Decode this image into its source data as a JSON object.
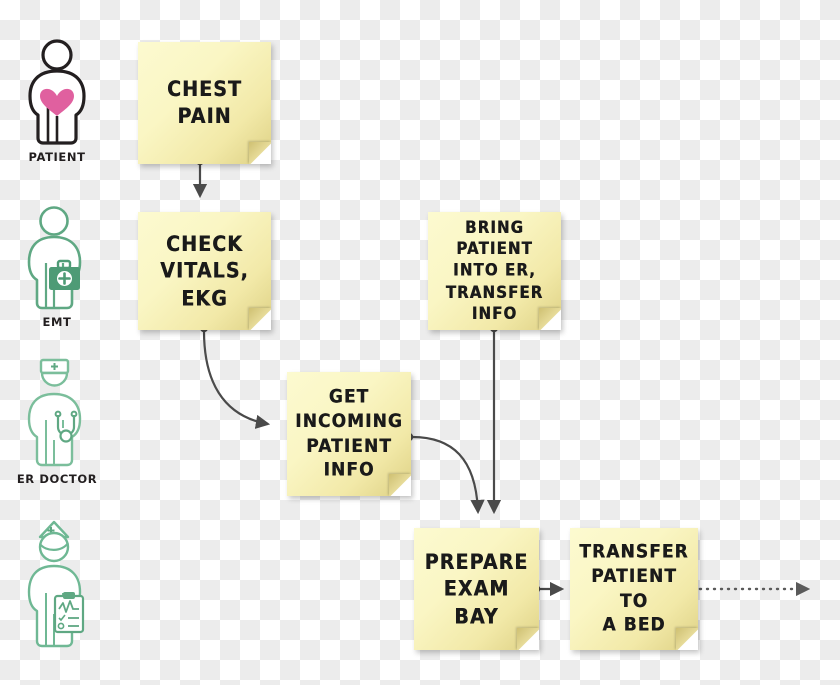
{
  "diagram": {
    "title": "Emergency Room Patient Flow Swimlane",
    "background": "transparency-checkerboard",
    "note_color": "#FAF6C4",
    "note_shadow_color": "#DDD083",
    "connector_color": "#4A4A4A"
  },
  "roles": [
    {
      "id": "patient",
      "label": "PATIENT",
      "icon": "patient-figure-heart-icon",
      "color": "#231F20",
      "accent": "#E0609F"
    },
    {
      "id": "emt",
      "label": "EMT",
      "icon": "emt-figure-medical-bag-icon",
      "color": "#5FA883",
      "accent": "#4E9B76"
    },
    {
      "id": "er-doctor",
      "label": "ER DOCTOR",
      "icon": "doctor-figure-stethoscope-icon",
      "color": "#7BBE9B",
      "accent": "#5FA883"
    },
    {
      "id": "nurse",
      "label": "",
      "icon": "nurse-figure-clipboard-icon",
      "color": "#6FB894",
      "accent": "#5FA883"
    }
  ],
  "notes": [
    {
      "id": "chest-pain",
      "lines": [
        "CHEST",
        "PAIN"
      ],
      "lane": "patient"
    },
    {
      "id": "check-vitals",
      "lines": [
        "CHECK",
        "VITALS,",
        "EKG"
      ],
      "lane": "emt"
    },
    {
      "id": "bring-patient",
      "lines": [
        "BRING PATIENT",
        "INTO ER,",
        "TRANSFER INFO"
      ],
      "lane": "emt"
    },
    {
      "id": "get-incoming",
      "lines": [
        "GET",
        "INCOMING",
        "PATIENT",
        "INFO"
      ],
      "lane": "er-doctor"
    },
    {
      "id": "prepare-exam",
      "lines": [
        "PREPARE",
        "EXAM",
        "BAY"
      ],
      "lane": "nurse"
    },
    {
      "id": "transfer-bed",
      "lines": [
        "TRANSFER",
        "PATIENT TO",
        "A BED"
      ],
      "lane": "nurse"
    }
  ],
  "connectors": [
    {
      "id": "chest-to-vitals",
      "from": "chest-pain",
      "to": "check-vitals",
      "style": "solid-vertical"
    },
    {
      "id": "vitals-to-incoming",
      "from": "check-vitals",
      "to": "get-incoming",
      "style": "solid-curve"
    },
    {
      "id": "bring-to-prepare",
      "from": "bring-patient",
      "to": "prepare-exam",
      "style": "solid-vertical"
    },
    {
      "id": "incoming-to-prepare",
      "from": "get-incoming",
      "to": "prepare-exam",
      "style": "solid-curve"
    },
    {
      "id": "prepare-to-transfer",
      "from": "prepare-exam",
      "to": "transfer-bed",
      "style": "solid-horizontal"
    },
    {
      "id": "transfer-to-next",
      "from": "transfer-bed",
      "to": "",
      "style": "dotted-horizontal"
    }
  ]
}
